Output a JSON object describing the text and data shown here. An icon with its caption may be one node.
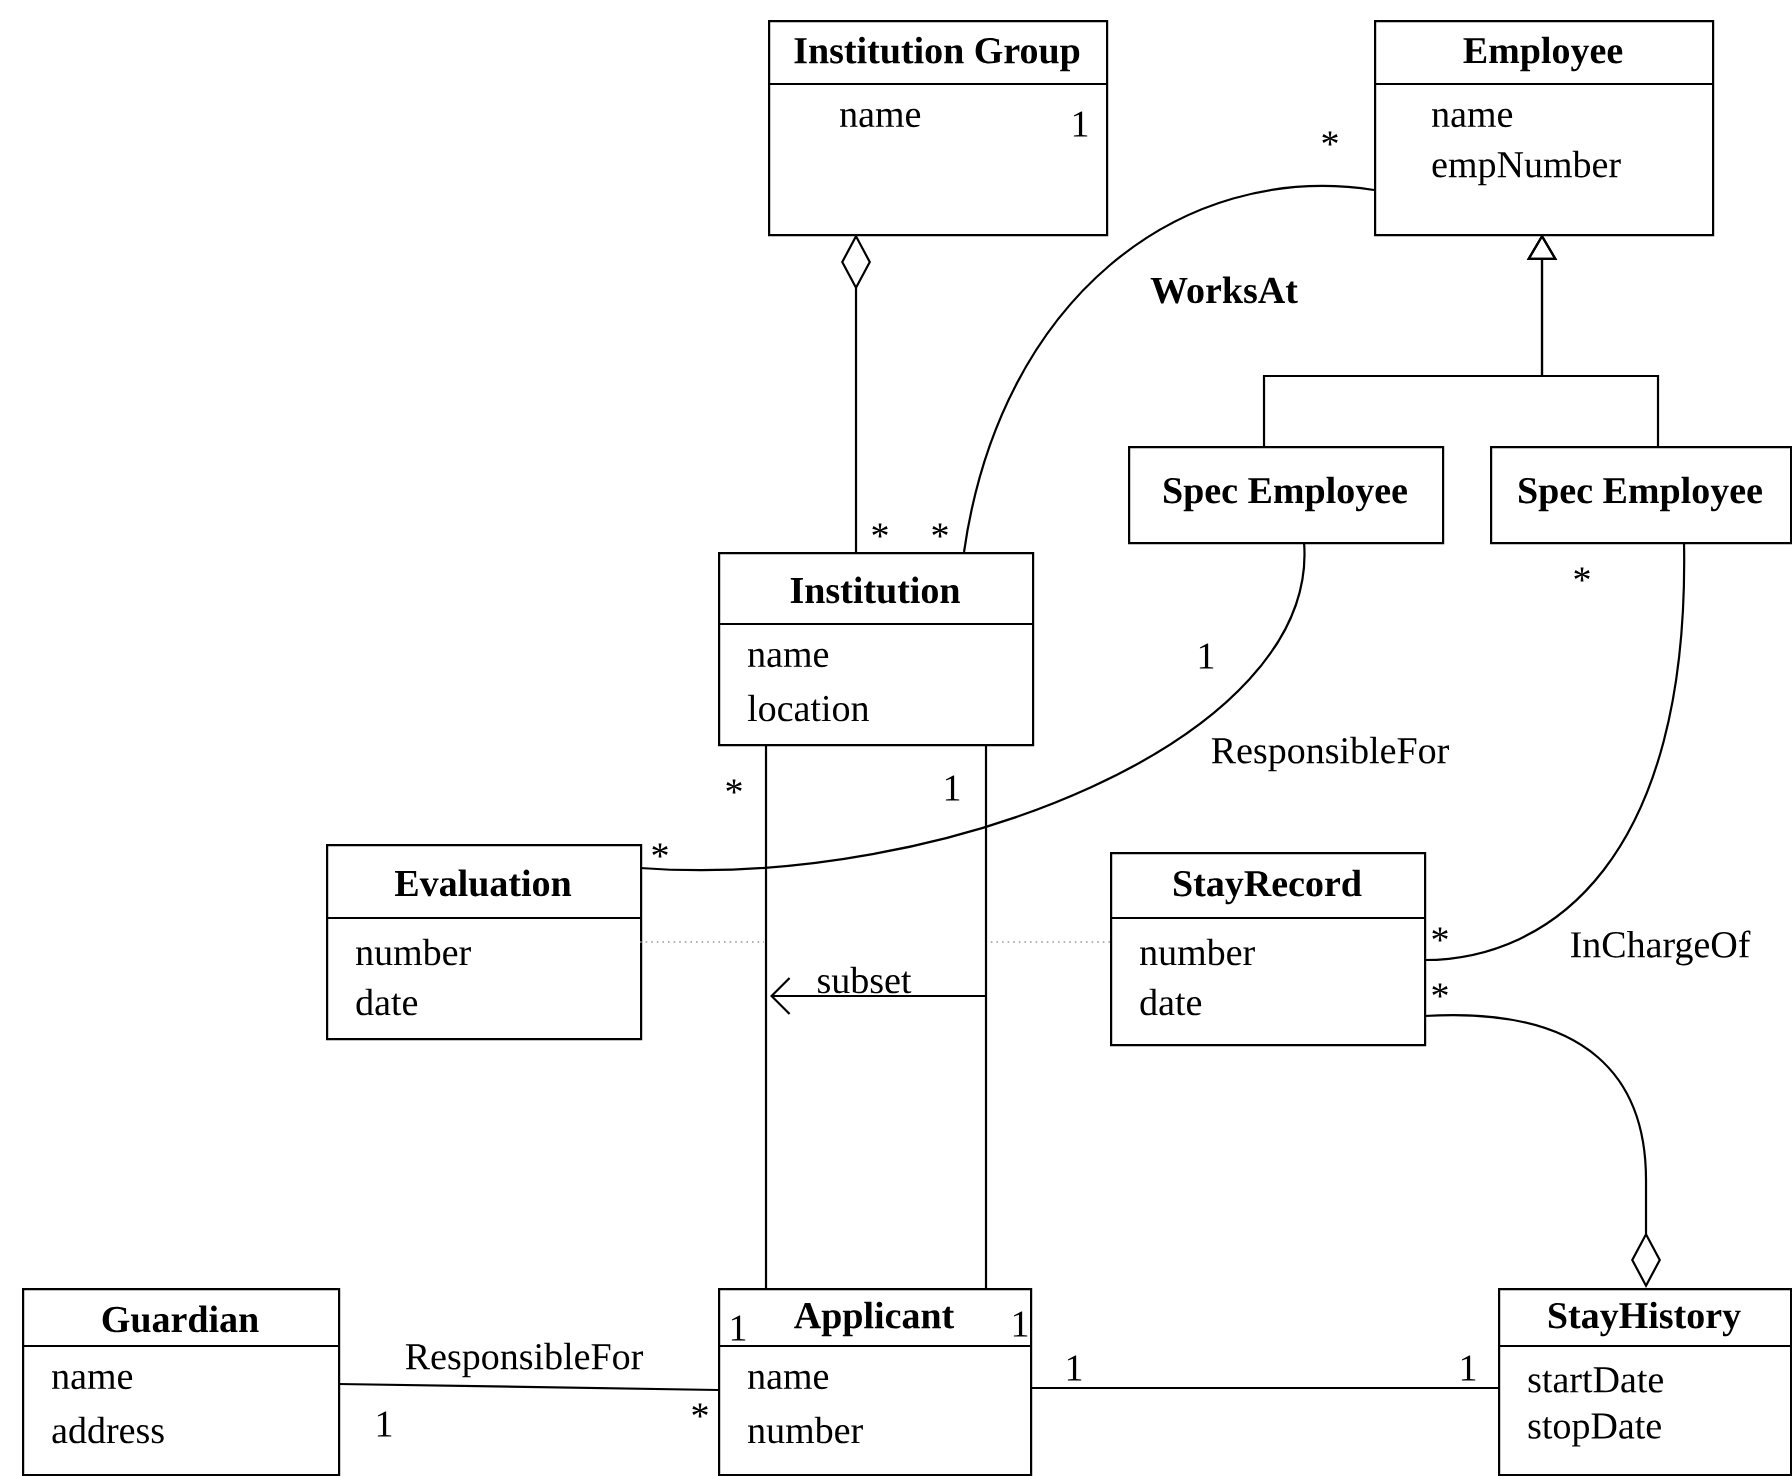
{
  "diagram": {
    "nodes": [
      {
        "text": [
          "Institution Group",
          "name"
        ]
      },
      {
        "text": [
          "Employee",
          "name",
          "empNumber"
        ]
      },
      {
        "text": [
          "Spec Employee"
        ]
      },
      {
        "text": [
          "Spec Employee"
        ]
      },
      {
        "text": [
          "Institution",
          "name",
          "location"
        ]
      },
      {
        "text": [
          "Evaluation",
          "number",
          "date"
        ]
      },
      {
        "text": [
          "StayRecord",
          "number",
          "date"
        ]
      },
      {
        "text": [
          "Guardian",
          "name",
          "address"
        ]
      },
      {
        "text": [
          "Applicant",
          "name",
          "number"
        ]
      },
      {
        "text": [
          "StayHistory",
          "startDate",
          "stopDate"
        ]
      }
    ],
    "edges": [
      {
        "from": 4,
        "to": 0,
        "arrow": "other"
      },
      {
        "from": 4,
        "to": 1,
        "arrow": "none",
        "label": "WorksAt"
      },
      {
        "from": 2,
        "to": 1,
        "arrow": "to"
      },
      {
        "from": 3,
        "to": 1,
        "arrow": "to"
      },
      {
        "from": 2,
        "to": 5,
        "arrow": "none",
        "label": "ResponsibleFor"
      },
      {
        "from": 3,
        "to": 6,
        "arrow": "none",
        "label": "InChargeOf"
      },
      {
        "from": 6,
        "to": 9,
        "arrow": "other"
      },
      {
        "from": 4,
        "to": 8,
        "arrow": "none"
      },
      {
        "from": 4,
        "to": 8,
        "arrow": "none"
      },
      {
        "from": 7,
        "to": 8,
        "arrow": "none",
        "label": "ResponsibleFor"
      },
      {
        "from": 8,
        "to": 9,
        "arrow": "none"
      },
      {
        "from": 5,
        "to": null,
        "arrow": "none",
        "style": "dashed",
        "color": "#999999"
      },
      {
        "from": 6,
        "to": null,
        "arrow": "none",
        "style": "dashed",
        "color": "#999999"
      }
    ],
    "labels": [
      "1",
      "*",
      "*",
      "*",
      "*",
      "1",
      "*",
      "1",
      "*",
      "*",
      "subset",
      "*",
      "1",
      "1",
      "*",
      "1",
      "1",
      "1"
    ]
  }
}
